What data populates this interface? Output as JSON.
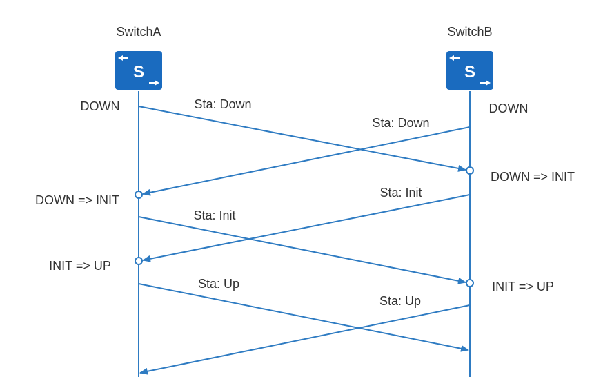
{
  "devices": [
    {
      "id": "a",
      "name": "SwitchA",
      "icon": "switch-icon",
      "glyph": "S"
    },
    {
      "id": "b",
      "name": "SwitchB",
      "icon": "switch-icon",
      "glyph": "S"
    }
  ],
  "states": {
    "a_initial": "DOWN",
    "b_initial": "DOWN",
    "a_down_init": "DOWN => INIT",
    "b_down_init": "DOWN => INIT",
    "a_init_up": "INIT => UP",
    "b_init_up": "INIT => UP"
  },
  "messages": [
    {
      "id": "a-down",
      "label": "Sta: Down"
    },
    {
      "id": "b-down",
      "label": "Sta: Down"
    },
    {
      "id": "b-init",
      "label": "Sta: Init"
    },
    {
      "id": "a-init",
      "label": "Sta: Init"
    },
    {
      "id": "a-up",
      "label": "Sta: Up"
    },
    {
      "id": "b-up",
      "label": "Sta: Up"
    }
  ],
  "colors": {
    "accent": "#2E7BC2",
    "icon_fill": "#1A6BBF",
    "text": "#333333"
  }
}
